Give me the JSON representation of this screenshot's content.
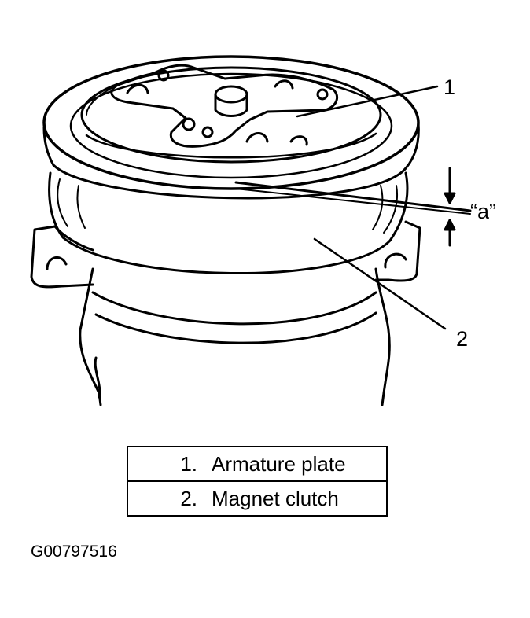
{
  "callouts": {
    "one": "1",
    "two": "2",
    "gap": "“a”"
  },
  "legend": [
    {
      "number": "1.",
      "label": "Armature plate"
    },
    {
      "number": "2.",
      "label": "Magnet clutch"
    }
  ],
  "figure_id": "G00797516"
}
